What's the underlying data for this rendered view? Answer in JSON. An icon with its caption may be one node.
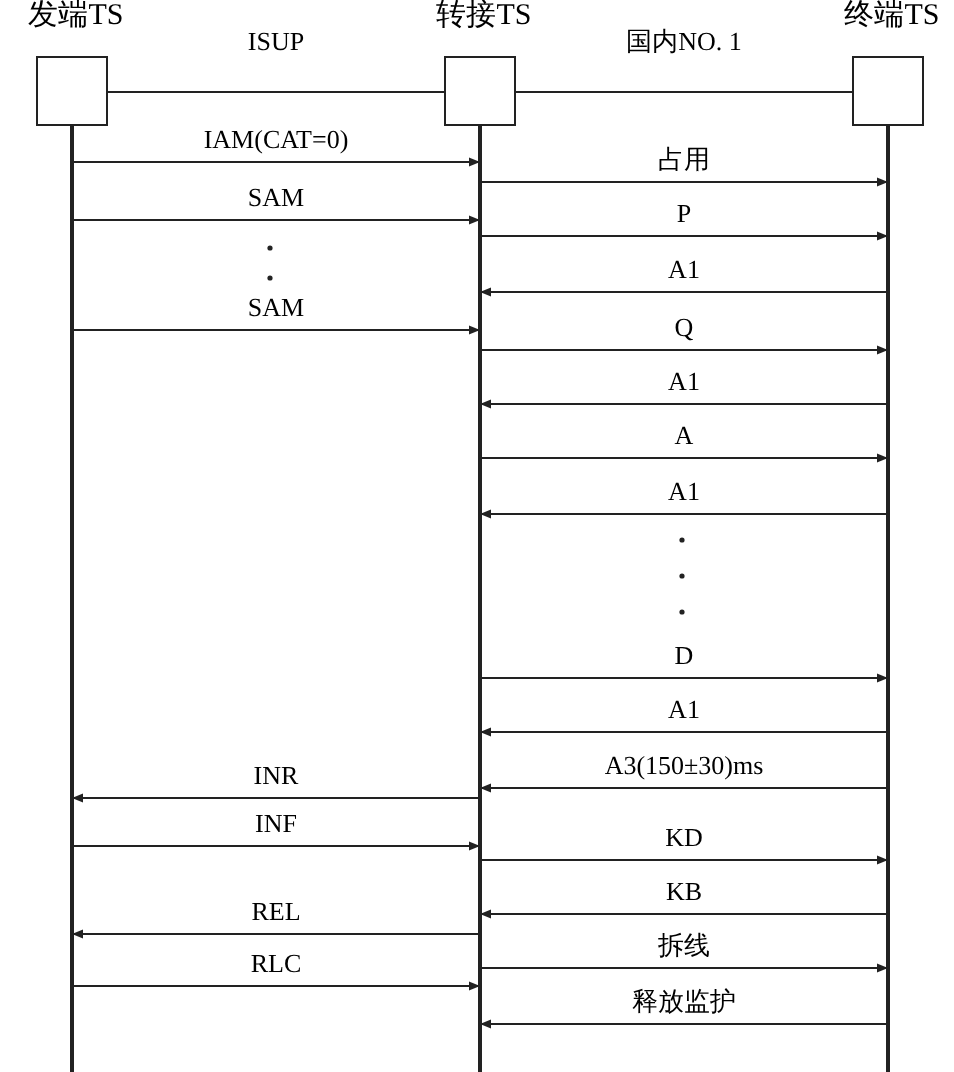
{
  "diagram": {
    "nodes": [
      {
        "text": [
          "发端TS"
        ]
      },
      {
        "text": [
          "转接TS"
        ]
      },
      {
        "text": [
          "终端TS"
        ]
      }
    ],
    "edges": [
      {
        "from": 0,
        "to": 1,
        "arrow": "none",
        "label": "ISUP"
      },
      {
        "from": 1,
        "to": 2,
        "arrow": "none",
        "label": "国内NO. 1"
      },
      {
        "from": 0,
        "to": 1,
        "arrow": "to",
        "label": "IAM(CAT=0)"
      },
      {
        "from": 1,
        "to": 2,
        "arrow": "to",
        "label": "占用"
      },
      {
        "from": 0,
        "to": 1,
        "arrow": "to",
        "label": "SAM"
      },
      {
        "from": 1,
        "to": 2,
        "arrow": "to",
        "label": "P"
      },
      {
        "from": 2,
        "to": 1,
        "arrow": "to",
        "label": "A1"
      },
      {
        "from": 0,
        "to": 1,
        "arrow": "to",
        "label": "SAM"
      },
      {
        "from": 1,
        "to": 2,
        "arrow": "to",
        "label": "Q"
      },
      {
        "from": 2,
        "to": 1,
        "arrow": "to",
        "label": "A1"
      },
      {
        "from": 1,
        "to": 2,
        "arrow": "to",
        "label": "A"
      },
      {
        "from": 2,
        "to": 1,
        "arrow": "to",
        "label": "A1"
      },
      {
        "from": 1,
        "to": 2,
        "arrow": "to",
        "label": "D"
      },
      {
        "from": 2,
        "to": 1,
        "arrow": "to",
        "label": "A1"
      },
      {
        "from": 1,
        "to": 0,
        "arrow": "to",
        "label": "INR"
      },
      {
        "from": 2,
        "to": 1,
        "arrow": "to",
        "label": "A3(150±30)ms"
      },
      {
        "from": 0,
        "to": 1,
        "arrow": "to",
        "label": "INF"
      },
      {
        "from": 1,
        "to": 2,
        "arrow": "to",
        "label": "KD"
      },
      {
        "from": 2,
        "to": 1,
        "arrow": "to",
        "label": "KB"
      },
      {
        "from": 1,
        "to": 0,
        "arrow": "to",
        "label": "REL"
      },
      {
        "from": 1,
        "to": 2,
        "arrow": "to",
        "label": "拆线"
      },
      {
        "from": 0,
        "to": 1,
        "arrow": "to",
        "label": "RLC"
      },
      {
        "from": 2,
        "to": 1,
        "arrow": "to",
        "label": "释放监护"
      }
    ]
  }
}
